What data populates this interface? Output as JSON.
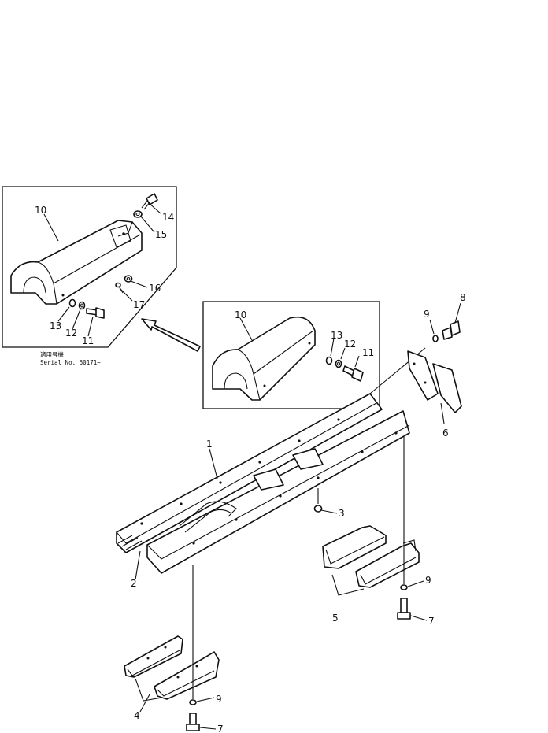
{
  "callouts": {
    "c1": "1",
    "c2": "2",
    "c3": "3",
    "c4": "4",
    "c5": "5",
    "c6": "6",
    "c7a": "7",
    "c7b": "7",
    "c8": "8",
    "c9a": "9",
    "c9b": "9",
    "c9c": "9",
    "c10a": "10",
    "c10b": "10",
    "c11a": "11",
    "c11b": "11",
    "c12a": "12",
    "c12b": "12",
    "c13a": "13",
    "c13b": "13",
    "c14": "14",
    "c15": "15",
    "c16": "16",
    "c17": "17"
  },
  "inset_note": {
    "line1": "適用号機",
    "line2": "Serial No. 60171~"
  }
}
